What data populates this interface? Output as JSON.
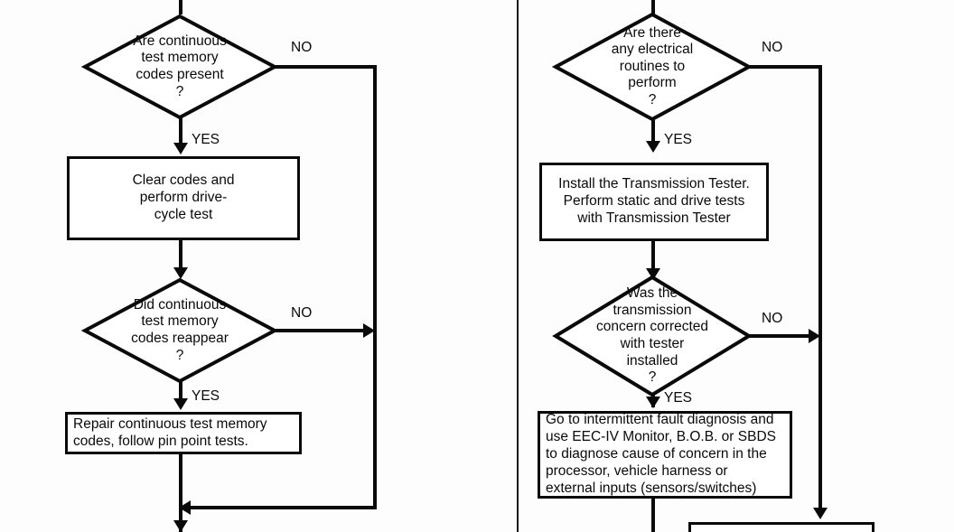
{
  "diagram": {
    "title": "Transmission diagnostic flowchart (continued)",
    "type": "flowchart",
    "ink_color": "#0a0a0a",
    "background": "#fdfdfd",
    "columns": [
      {
        "name": "left-column",
        "nodes": [
          {
            "id": "d1",
            "shape": "decision",
            "text": "Are continuous\ntest memory\ncodes present\n?",
            "yes_label": "YES",
            "no_label": "NO"
          },
          {
            "id": "p1",
            "shape": "process",
            "align": "center",
            "text": "Clear codes and\nperform drive-\ncycle test"
          },
          {
            "id": "d2",
            "shape": "decision",
            "text": "Did continuous\ntest memory\ncodes reappear\n?",
            "yes_label": "YES",
            "no_label": "NO"
          },
          {
            "id": "p2",
            "shape": "process",
            "align": "left",
            "text": "Repair continuous test memory\ncodes, follow pin point tests."
          }
        ]
      },
      {
        "name": "right-column",
        "nodes": [
          {
            "id": "d3",
            "shape": "decision",
            "text": "Are there\nany electrical\nroutines to\nperform\n?",
            "yes_label": "YES",
            "no_label": "NO"
          },
          {
            "id": "p3",
            "shape": "process",
            "align": "center",
            "text": "Install the Transmission Tester.\nPerform static and drive tests\nwith Transmission Tester"
          },
          {
            "id": "d4",
            "shape": "decision",
            "text": "Was the\ntransmission\nconcern corrected\nwith tester\ninstalled\n?",
            "yes_label": "YES",
            "no_label": "NO"
          },
          {
            "id": "p4",
            "shape": "process",
            "align": "left",
            "text": "Go to intermittent fault diagnosis and\nuse EEC-IV Monitor, B.O.B. or SBDS\nto diagnose cause of concern in the\nprocessor, vehicle harness or\nexternal inputs (sensors/switches)"
          },
          {
            "id": "p5",
            "shape": "process",
            "align": "center",
            "text": ""
          }
        ]
      }
    ]
  }
}
